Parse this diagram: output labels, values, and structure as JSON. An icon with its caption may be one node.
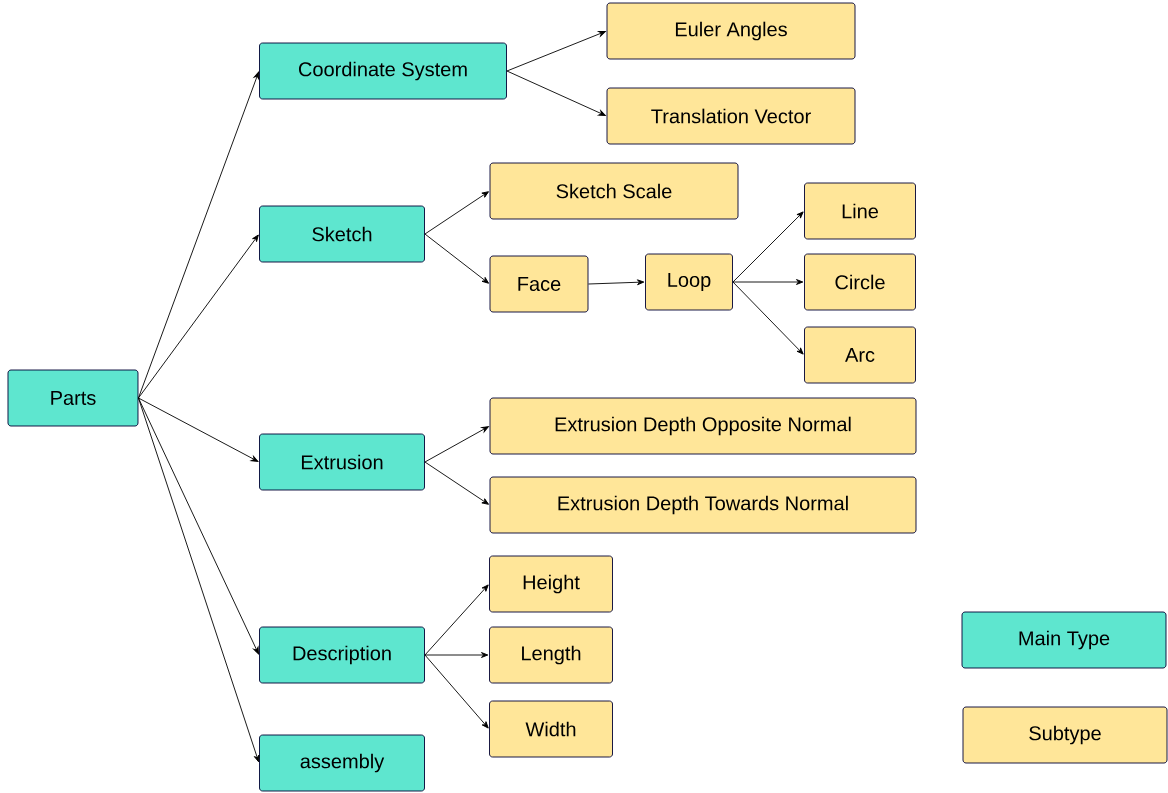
{
  "diagram": {
    "nodes": [
      {
        "text": [
          "Parts"
        ]
      },
      {
        "text": [
          "Coordinate System"
        ]
      },
      {
        "text": [
          "Euler Angles"
        ]
      },
      {
        "text": [
          "Translation Vector"
        ]
      },
      {
        "text": [
          "Sketch"
        ]
      },
      {
        "text": [
          "Sketch Scale"
        ]
      },
      {
        "text": [
          "Face"
        ]
      },
      {
        "text": [
          "Loop"
        ]
      },
      {
        "text": [
          "Line"
        ]
      },
      {
        "text": [
          "Circle"
        ]
      },
      {
        "text": [
          "Arc"
        ]
      },
      {
        "text": [
          "Extrusion"
        ]
      },
      {
        "text": [
          "Extrusion Depth Opposite Normal"
        ]
      },
      {
        "text": [
          "Extrusion Depth Towards Normal"
        ]
      },
      {
        "text": [
          "Description"
        ]
      },
      {
        "text": [
          "Height"
        ]
      },
      {
        "text": [
          "Length"
        ]
      },
      {
        "text": [
          "Width"
        ]
      },
      {
        "text": [
          "assembly"
        ]
      }
    ],
    "edges": [
      {
        "from": 0,
        "to": 1,
        "arrow": "to"
      },
      {
        "from": 0,
        "to": 4,
        "arrow": "to"
      },
      {
        "from": 0,
        "to": 11,
        "arrow": "to"
      },
      {
        "from": 0,
        "to": 14,
        "arrow": "to"
      },
      {
        "from": 0,
        "to": 18,
        "arrow": "to"
      },
      {
        "from": 1,
        "to": 2,
        "arrow": "to"
      },
      {
        "from": 1,
        "to": 3,
        "arrow": "to"
      },
      {
        "from": 4,
        "to": 5,
        "arrow": "to"
      },
      {
        "from": 4,
        "to": 6,
        "arrow": "to"
      },
      {
        "from": 6,
        "to": 7,
        "arrow": "to"
      },
      {
        "from": 7,
        "to": 8,
        "arrow": "to"
      },
      {
        "from": 7,
        "to": 9,
        "arrow": "to"
      },
      {
        "from": 7,
        "to": 10,
        "arrow": "to"
      },
      {
        "from": 11,
        "to": 12,
        "arrow": "to"
      },
      {
        "from": 11,
        "to": 13,
        "arrow": "to"
      },
      {
        "from": 14,
        "to": 15,
        "arrow": "to"
      },
      {
        "from": 14,
        "to": 16,
        "arrow": "to"
      },
      {
        "from": 14,
        "to": 17,
        "arrow": "to"
      }
    ],
    "legend": [
      {
        "text": "Main Type",
        "color": "#5ee6cf"
      },
      {
        "text": "Subtype",
        "color": "#ffe699"
      }
    ]
  }
}
